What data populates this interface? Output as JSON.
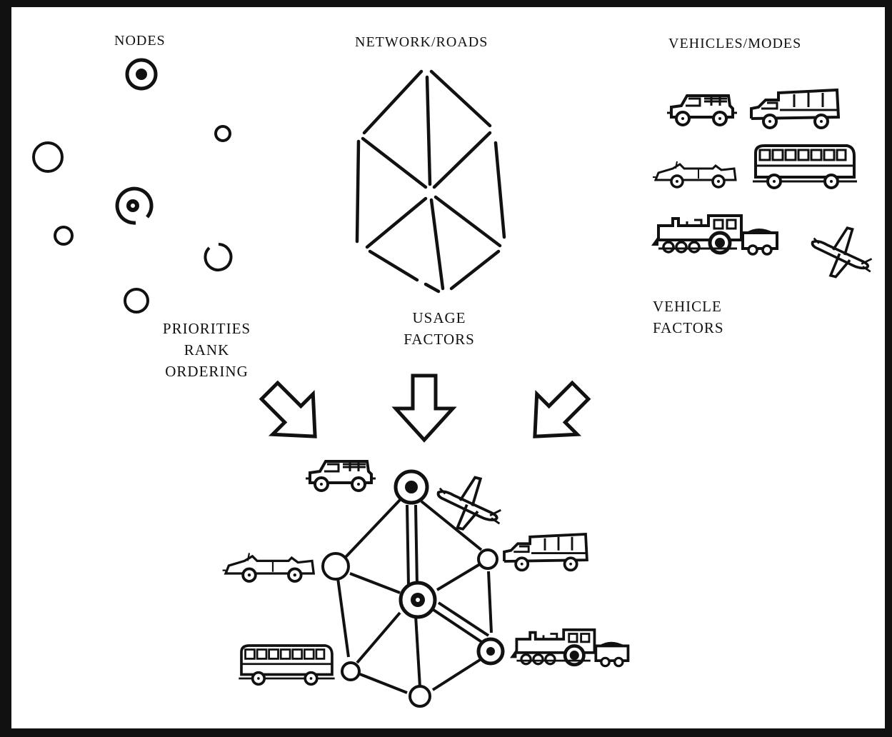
{
  "sections": {
    "nodes_title": "NODES",
    "network_title": "NETWORK/ROADS",
    "vehicles_title": "VEHICLES/MODES"
  },
  "factors": {
    "priorities": [
      "PRIORITIES",
      "RANK",
      "ORDERING"
    ],
    "usage": [
      "USAGE",
      "FACTORS"
    ],
    "vehicle": [
      "VEHICLE",
      "FACTORS"
    ]
  },
  "colors": {
    "ink": "#111111",
    "paper": "#ffffff"
  },
  "icons": [
    "jeep-icon",
    "truck-icon",
    "convertible-car-icon",
    "bus-icon",
    "locomotive-icon",
    "airplane-icon",
    "arrow-down-icon"
  ]
}
